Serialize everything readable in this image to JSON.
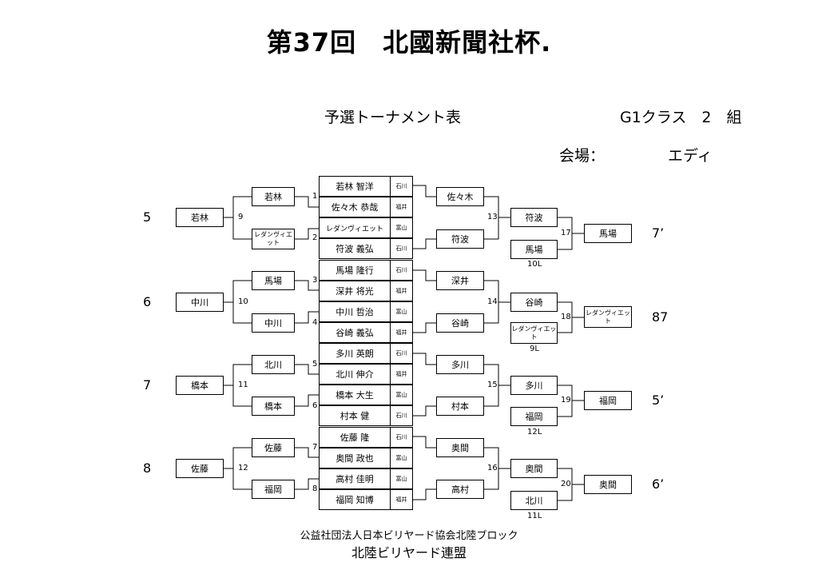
{
  "header": {
    "title": "第37回　北國新聞社杯.",
    "subtitle": "予選トーナメント表",
    "class_label": "G1クラス　2　組",
    "venue_label": "会場：",
    "venue_value": "エディ"
  },
  "players": [
    {
      "name": "若林 智洋",
      "pref": "石川"
    },
    {
      "name": "佐々木 恭哉",
      "pref": "福井"
    },
    {
      "name": "レダンヴィエット",
      "pref": "富山"
    },
    {
      "name": "符波 義弘",
      "pref": "石川"
    },
    {
      "name": "馬場 隆行",
      "pref": "石川"
    },
    {
      "name": "深井 将光",
      "pref": "福井"
    },
    {
      "name": "中川 哲治",
      "pref": "富山"
    },
    {
      "name": "谷崎 義弘",
      "pref": "福井"
    },
    {
      "name": "多川 英朗",
      "pref": "石川"
    },
    {
      "name": "北川 伸介",
      "pref": "福井"
    },
    {
      "name": "橋本 大生",
      "pref": "富山"
    },
    {
      "name": "村本 健",
      "pref": "石川"
    },
    {
      "name": "佐藤 隆",
      "pref": "石川"
    },
    {
      "name": "奥間 政也",
      "pref": "富山"
    },
    {
      "name": "高村 佳明",
      "pref": "富山"
    },
    {
      "name": "福岡 知博",
      "pref": "福井"
    }
  ],
  "left_bracket": {
    "r1_winners": [
      "若林",
      "レダンヴィエット",
      "馬場",
      "中川",
      "北川",
      "橋本",
      "佐藤",
      "福岡"
    ],
    "r1_matches": [
      "1",
      "2",
      "3",
      "4",
      "5",
      "6",
      "7",
      "8"
    ],
    "r2_matches": [
      "9",
      "10",
      "11",
      "12"
    ],
    "r2_winners": [
      "若林",
      "中川",
      "橋本",
      "佐藤"
    ],
    "group_nums": [
      "5",
      "6",
      "7",
      "8"
    ]
  },
  "right_bracket": {
    "r1_winners": [
      "佐々木",
      "符波",
      "深井",
      "谷崎",
      "多川",
      "村本",
      "奥間",
      "高村"
    ],
    "r2_matches": [
      "13",
      "14",
      "15",
      "16"
    ],
    "r2_top": [
      "符波",
      "谷崎",
      "多川",
      "奥間"
    ],
    "r2_bottom": [
      "馬場",
      "レダンヴィエット",
      "福岡",
      "北川"
    ],
    "r2_notes": [
      "10L",
      "9L",
      "12L",
      "11L"
    ],
    "r3_matches": [
      "17",
      "18",
      "19",
      "20"
    ],
    "r3_winners": [
      "馬場",
      "レダンヴィエット",
      "福岡",
      "奥間"
    ],
    "scores": [
      "7’",
      "87",
      "5’",
      "6’"
    ]
  },
  "footer": {
    "org": "公益社団法人日本ビリヤード協会北陸ブロック",
    "federation": "北陸ビリヤード連盟"
  }
}
